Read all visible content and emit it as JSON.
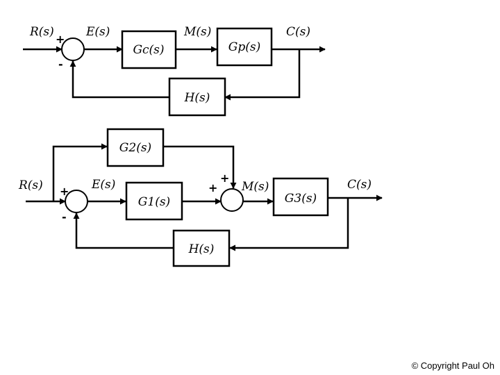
{
  "diagram1": {
    "input_label": "R(s)",
    "error_label": "E(s)",
    "manip_label": "M(s)",
    "output_label": "C(s)",
    "controller_block": "Gc(s)",
    "plant_block": "Gp(s)",
    "feedback_block": "H(s)",
    "sum_plus": "+",
    "sum_minus": "-"
  },
  "diagram2": {
    "input_label": "R(s)",
    "error_label": "E(s)",
    "manip_label": "M(s)",
    "output_label": "C(s)",
    "feedforward_block": "G2(s)",
    "block1": "G1(s)",
    "block3": "G3(s)",
    "feedback_block": "H(s)",
    "sum1_plus": "+",
    "sum1_minus": "-",
    "sum2_plus_top": "+",
    "sum2_plus_left": "+"
  },
  "copyright": "© Copyright Paul Oh"
}
